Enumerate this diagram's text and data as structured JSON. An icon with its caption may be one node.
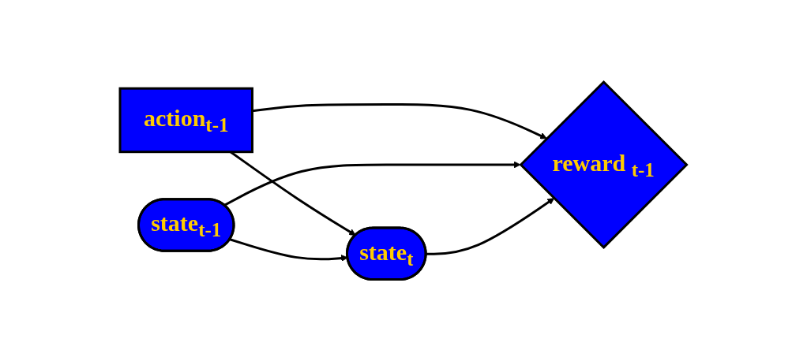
{
  "diagram": {
    "nodes": [
      {
        "text": [
          "action$_{t-1}$"
        ]
      },
      {
        "text": [
          "state$_{t-1}$"
        ]
      },
      {
        "text": [
          "state$_{t}$"
        ]
      },
      {
        "text": [
          "reward $_{t-1}$"
        ]
      }
    ],
    "edges": [
      {
        "from": 0,
        "to": 2,
        "arrow": "to"
      },
      {
        "from": 0,
        "to": 3,
        "arrow": "to"
      },
      {
        "from": 1,
        "to": 2,
        "arrow": "to"
      },
      {
        "from": 1,
        "to": 3,
        "arrow": "to"
      },
      {
        "from": 2,
        "to": 3,
        "arrow": "to"
      }
    ]
  }
}
